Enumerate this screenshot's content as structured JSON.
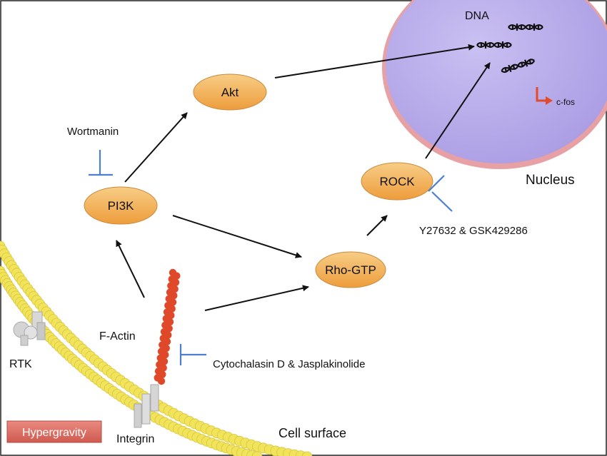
{
  "nodes": {
    "akt": "Akt",
    "pi3k": "PI3K",
    "rock": "ROCK",
    "rho_gtp": "Rho-GTP"
  },
  "labels": {
    "dna": "DNA",
    "cfos": "c-fos",
    "nucleus": "Nucleus",
    "wortmanin": "Wortmanin",
    "rock_inhibitors": "Y27632 & GSK429286",
    "factin": "F-Actin",
    "actin_inhibitors": "Cytochalasin D & Jasplakinolide",
    "rtk": "RTK",
    "integrin": "Integrin",
    "cell_surface": "Cell surface"
  },
  "badge": {
    "hypergravity": "Hypergravity"
  },
  "colors": {
    "node_fill": "#f2a94c",
    "inhibitor": "#4a7fd4",
    "actin": "#e0482a",
    "membrane": "#f1e35a",
    "nucleus": "#b3a8e8",
    "badge": "#d96a60",
    "cfos_arrow": "#e34a2c"
  }
}
